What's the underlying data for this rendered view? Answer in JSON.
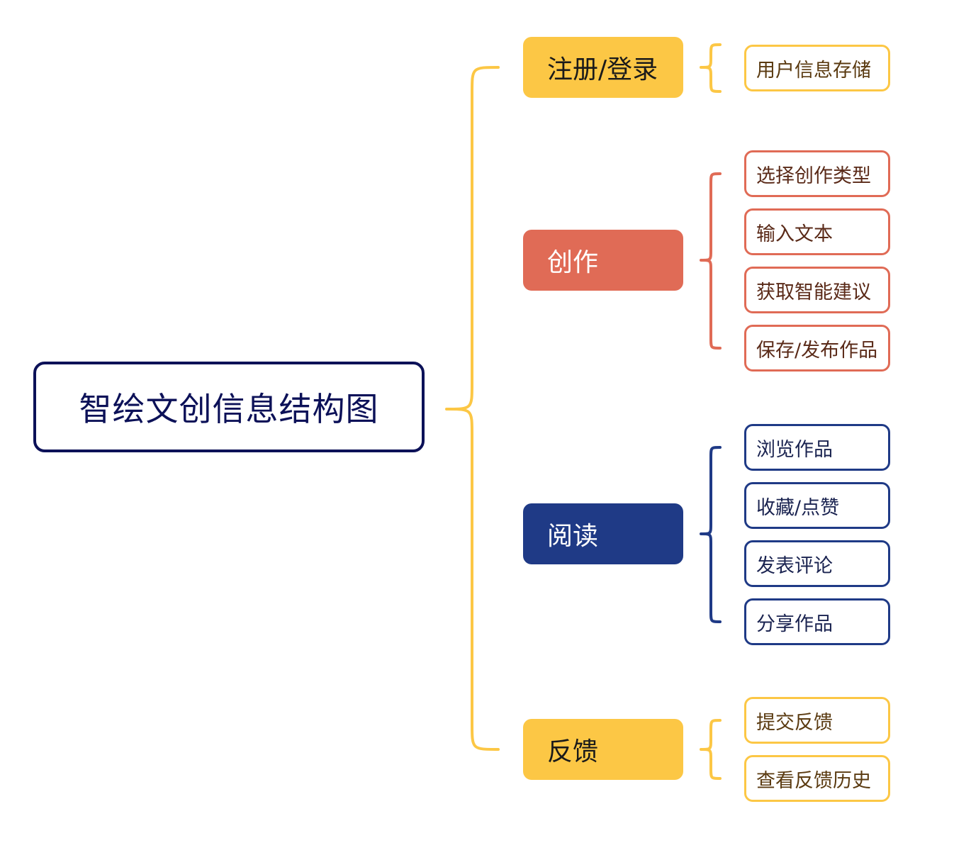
{
  "colors": {
    "root_border": "#0c1158",
    "root_text": "#0c1158",
    "yellow": "#fcc745",
    "yellow_text": "#5a3a10",
    "coral": "#e06b56",
    "coral_text": "#5a2a18",
    "navy": "#1f3a86",
    "navy_text": "#1a2350"
  },
  "root": {
    "label": "智绘文创信息结构图"
  },
  "branches": [
    {
      "label": "注册/登录",
      "color": "#fcc745",
      "text_color": "#1a1a1a",
      "leaf_color": "#fcc745",
      "leaf_text_color": "#5a3a10",
      "children": [
        "用户信息存储"
      ]
    },
    {
      "label": "创作",
      "color": "#e06b56",
      "text_color": "#ffffff",
      "leaf_color": "#e06b56",
      "leaf_text_color": "#5a2a18",
      "children": [
        "选择创作类型",
        "输入文本",
        "获取智能建议",
        "保存/发布作品"
      ]
    },
    {
      "label": "阅读",
      "color": "#1f3a86",
      "text_color": "#ffffff",
      "leaf_color": "#1f3a86",
      "leaf_text_color": "#1a2350",
      "children": [
        "浏览作品",
        "收藏/点赞",
        "发表评论",
        "分享作品"
      ]
    },
    {
      "label": "反馈",
      "color": "#fcc745",
      "text_color": "#1a1a1a",
      "leaf_color": "#fcc745",
      "leaf_text_color": "#5a3a10",
      "children": [
        "提交反馈",
        "查看反馈历史"
      ]
    }
  ]
}
